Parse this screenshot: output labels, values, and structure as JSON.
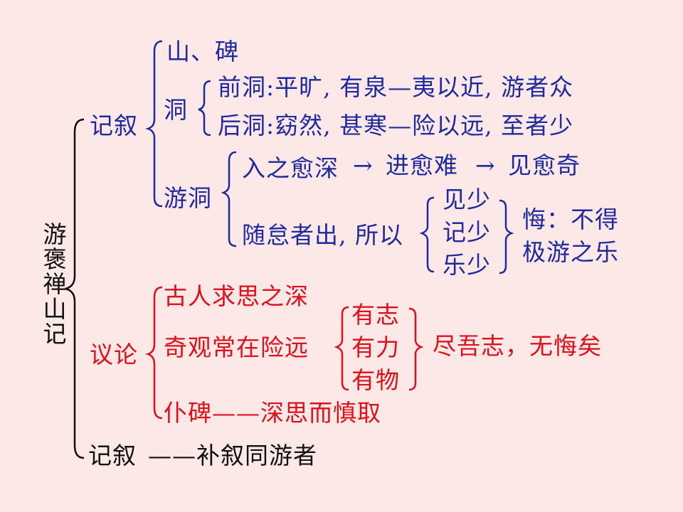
{
  "title": "游褒禅山记",
  "colors": {
    "background": "#FCE8E6",
    "black": "#111111",
    "blue": "#1E2A9E",
    "red": "#E0101A"
  },
  "narrative": {
    "label": "记叙",
    "mountain": "山、碑",
    "cave": {
      "label": "洞",
      "front": "前洞:平旷, 有泉—夷以近, 游者众",
      "back": "后洞:窈然, 甚寒—险以远, 至者少"
    },
    "tour": {
      "label": "游洞",
      "deeper": "入之愈深",
      "arrow": "→",
      "harder": "进愈难",
      "stranger": "见愈奇",
      "exit": "随怠者出, 所以",
      "results": [
        "见少",
        "记少",
        "乐少"
      ],
      "regret_line1": "悔：不得",
      "regret_line2": "极游之乐"
    }
  },
  "discussion": {
    "label": "议论",
    "point1": "古人求思之深",
    "point2": "奇观常在险远",
    "conditions": [
      "有志",
      "有力",
      "有物"
    ],
    "conclusion": "尽吾志，无悔矣",
    "point3": "仆碑——深思而慎取"
  },
  "closing": {
    "label": "记叙",
    "text": "——补叙同游者"
  }
}
